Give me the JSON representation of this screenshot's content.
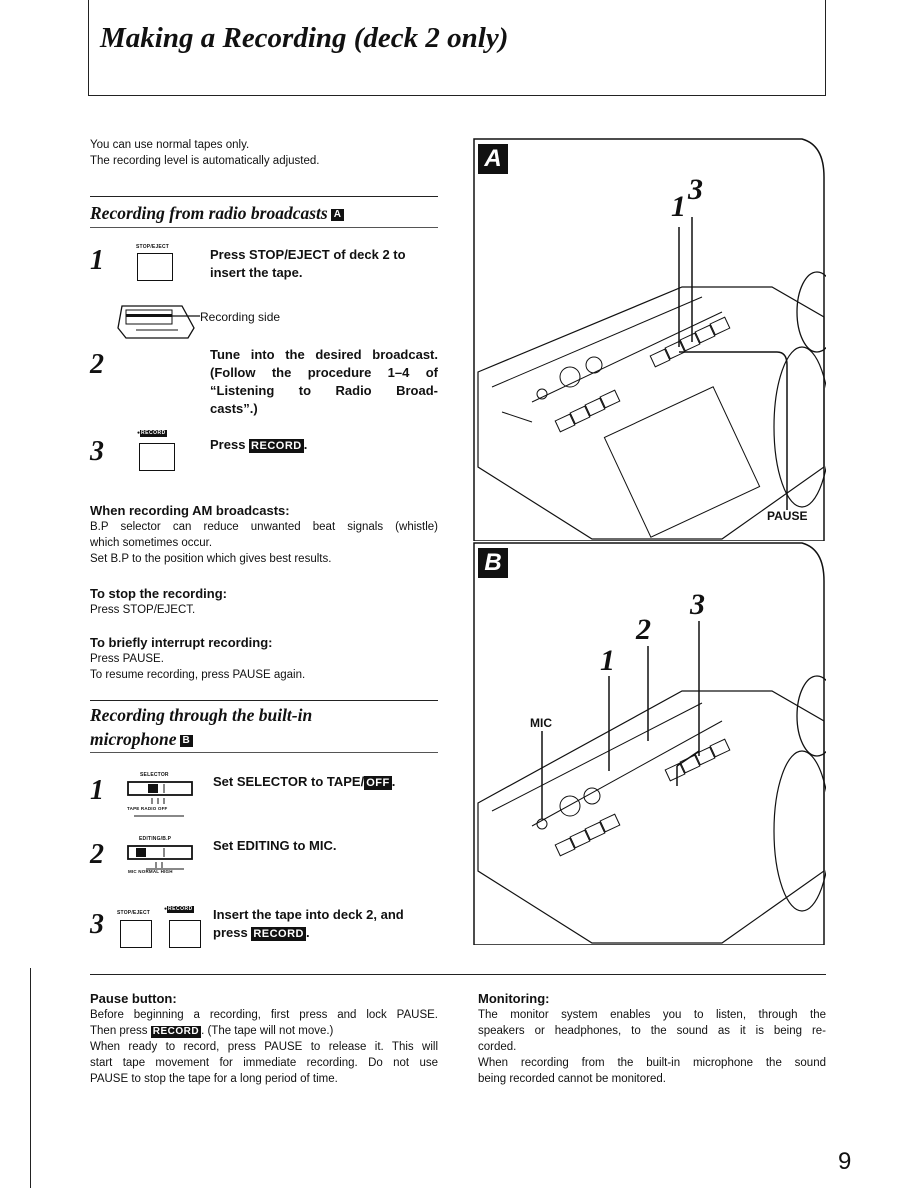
{
  "title": "Making a Recording (deck 2 only)",
  "intro": {
    "line1": "You can use normal tapes only.",
    "line2": "The recording level is automatically adjusted."
  },
  "section_radio": {
    "heading": "Recording from radio broadcasts",
    "badge": "A",
    "steps": [
      {
        "num": "1",
        "button_label": "STOP/EJECT",
        "text_line1": "Press STOP/EJECT of deck 2 to",
        "text_line2": "insert the tape."
      },
      {
        "num": "2",
        "lines": [
          "Tune into the desired broadcast.",
          "(Follow the procedure 1–4 of",
          "“Listening to Radio Broad-",
          "casts”.)"
        ]
      },
      {
        "num": "3",
        "button_label": "RECORD",
        "text_prefix": "Press",
        "text_rec": "RECORD",
        "text_suffix": "."
      }
    ],
    "recording_side": "Recording side"
  },
  "am": {
    "heading": "When recording AM broadcasts:",
    "line1": "B.P selector can reduce unwanted beat signals (whistle)",
    "line2": "which sometimes occur.",
    "line3": "Set B.P to the position which gives best results."
  },
  "stop": {
    "heading": "To stop the recording:",
    "line1": "Press STOP/EJECT."
  },
  "interrupt": {
    "heading": "To briefly interrupt recording:",
    "line1": "Press PAUSE.",
    "line2": "To resume recording, press PAUSE again."
  },
  "section_mic": {
    "heading_line1": "Recording through the built-in",
    "heading_line2": "microphone",
    "badge": "B",
    "steps": [
      {
        "num": "1",
        "label": "SELECTOR",
        "sub": "TAPE  RADIO  OFF",
        "text_prefix": "Set SELECTOR to TAPE/",
        "text_rec": "OFF",
        "text_suffix": "."
      },
      {
        "num": "2",
        "label": "EDITING/B.P",
        "sub": "MIC  NORMAL  HIGH",
        "text": "Set EDITING to MIC."
      },
      {
        "num": "3",
        "label1": "STOP/EJECT",
        "label2": "RECORD",
        "text_line1": "Insert the tape into deck 2, and",
        "text_prefix": "press",
        "text_rec": "RECORD",
        "text_suffix": "."
      }
    ]
  },
  "pause_button": {
    "heading": "Pause button:",
    "l1": "Before beginning a recording, first press and lock PAUSE.",
    "l2_prefix": "Then press",
    "l2_rec": "RECORD",
    "l2_suffix": ". (The tape will not move.)",
    "l3": "When ready to record, press PAUSE to release it. This will",
    "l4": "start tape movement for immediate recording. Do not use",
    "l5": "PAUSE to stop the tape for a long period of time."
  },
  "monitoring": {
    "heading": "Monitoring:",
    "l1": "The monitor system enables you to listen, through the",
    "l2": "speakers or headphones, to the sound as it is being re-",
    "l3": "corded.",
    "l4": "When recording from the built-in microphone the sound",
    "l5": "being recorded cannot be monitored."
  },
  "figure_a": {
    "label": "A",
    "num_top": "3",
    "num_bottom": "1",
    "pause": "PAUSE"
  },
  "figure_b": {
    "label": "B",
    "n1": "1",
    "n2": "2",
    "n3": "3",
    "mic": "MIC"
  },
  "page_number": "9"
}
